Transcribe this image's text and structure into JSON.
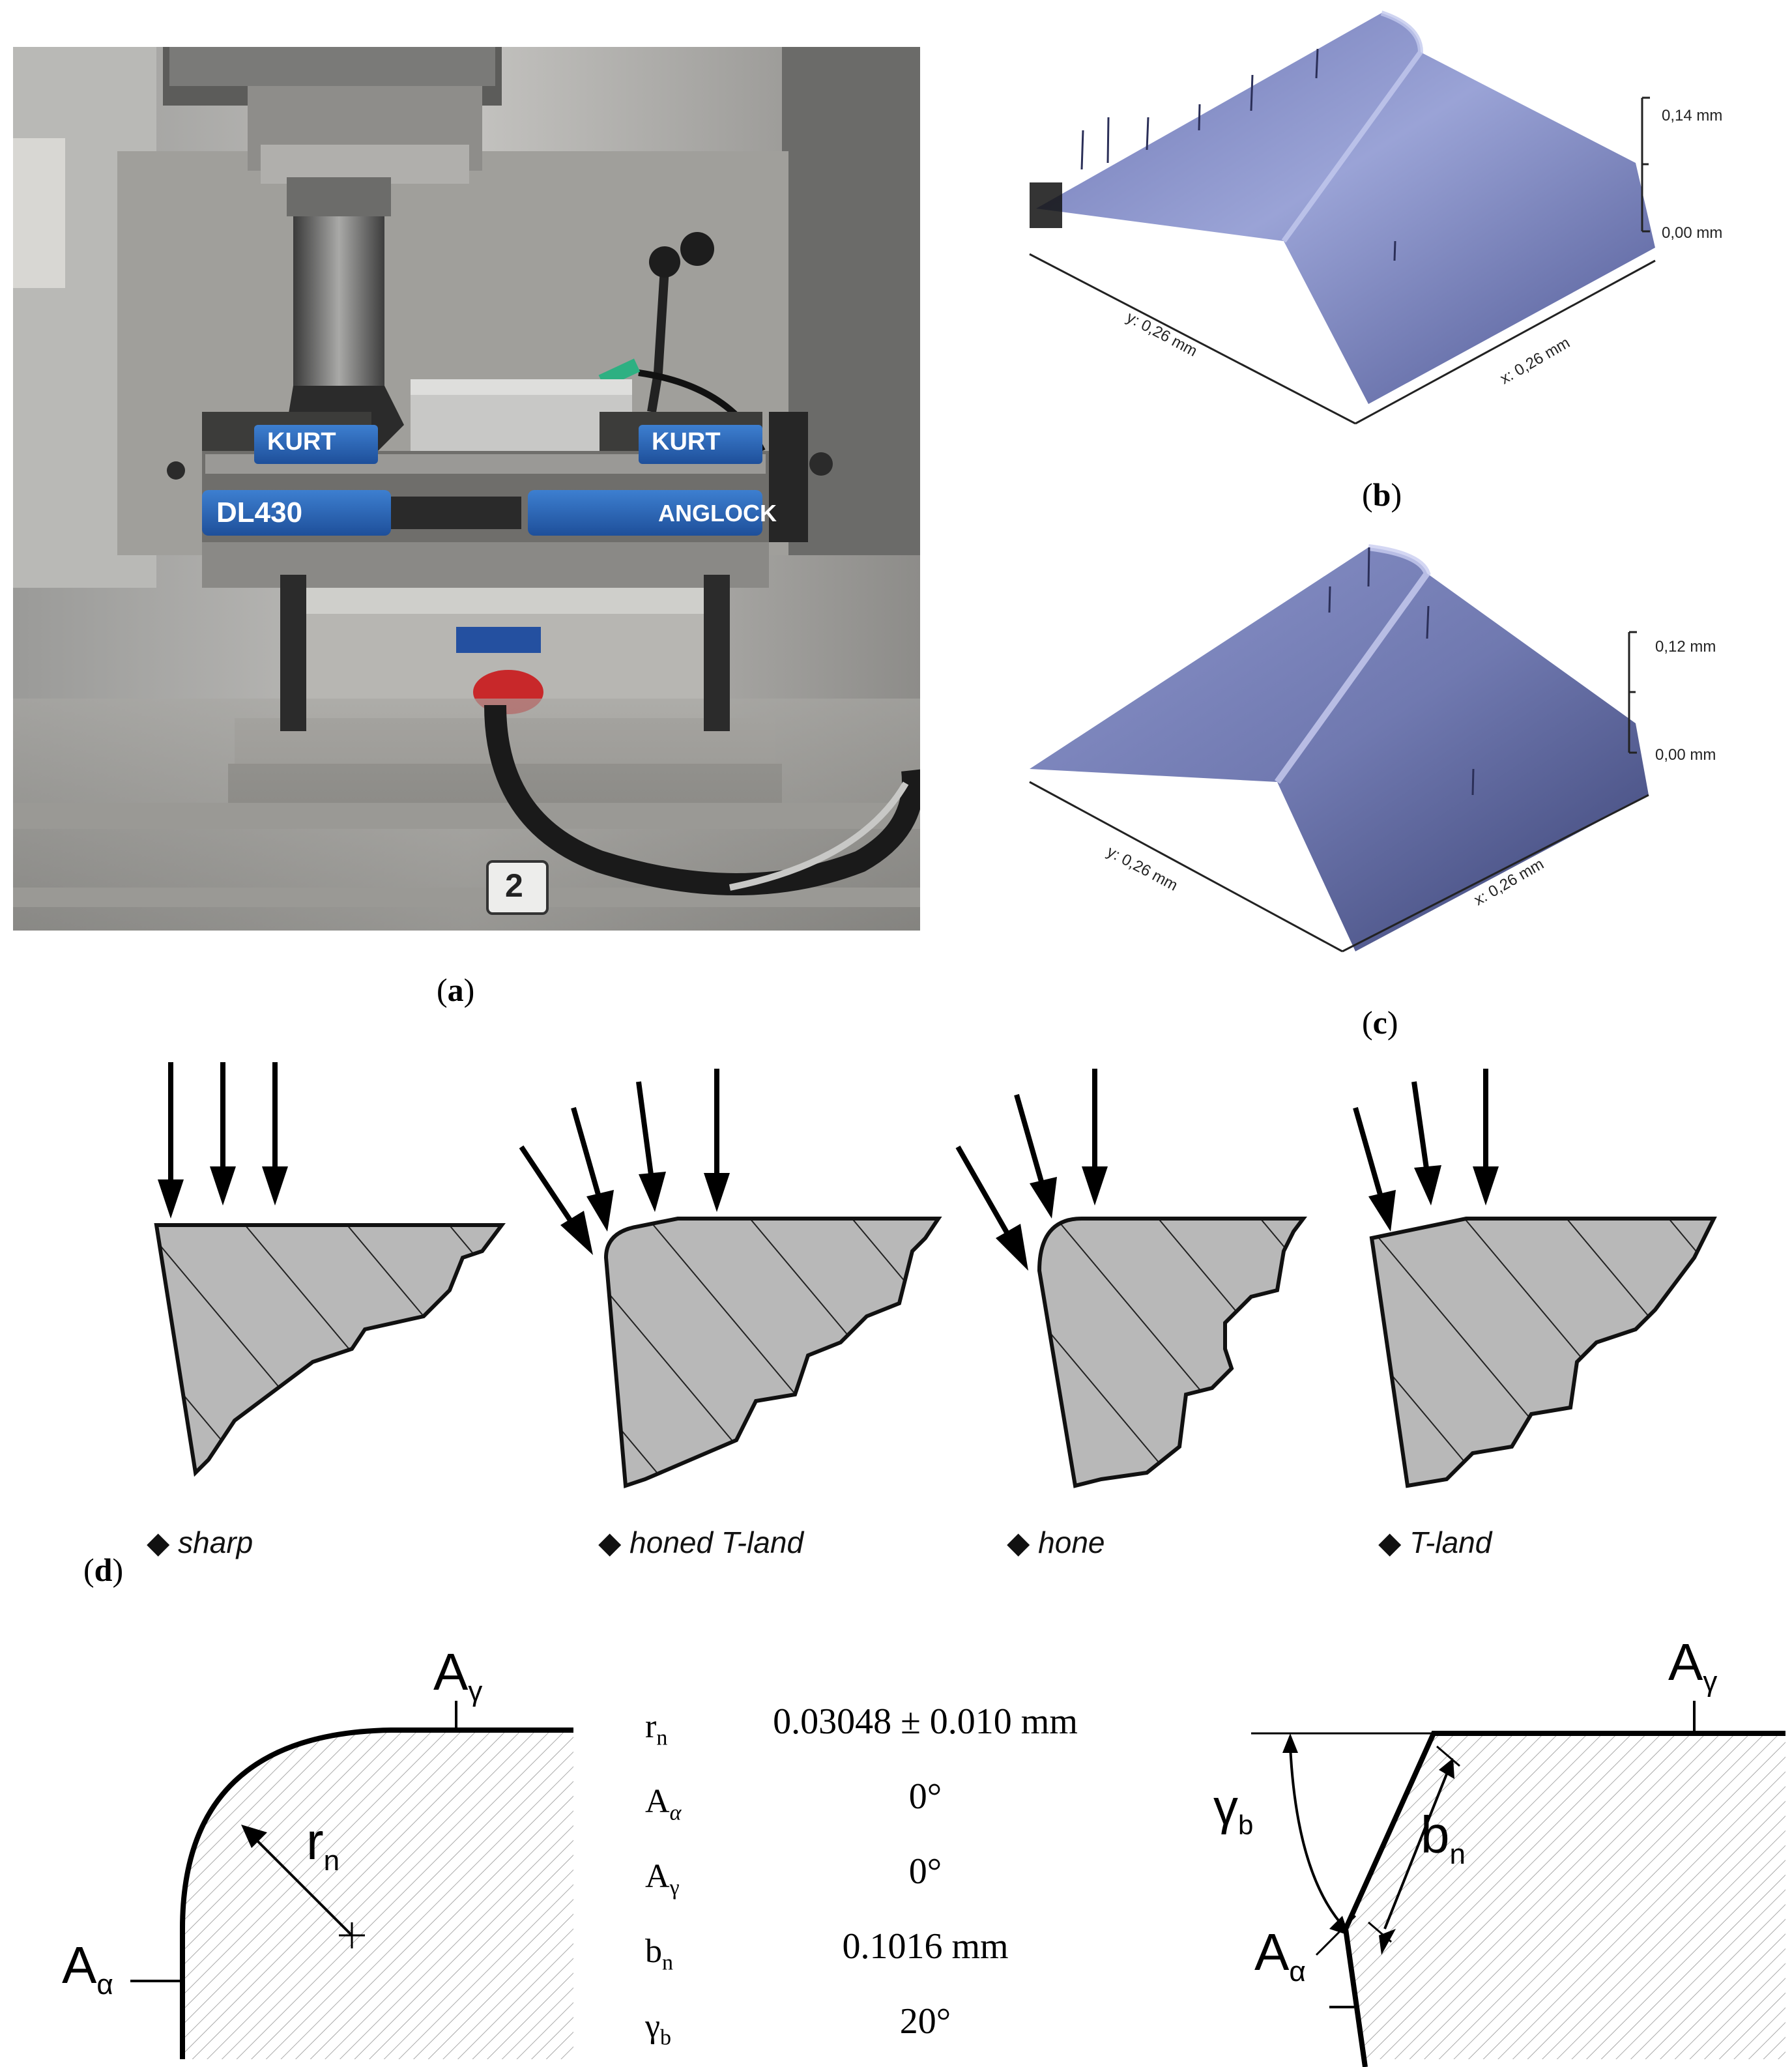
{
  "captions": {
    "a": "a",
    "b": "b",
    "c": "c",
    "d": "d"
  },
  "photo": {
    "brand_left": "KURT",
    "brand_right": "KURT",
    "model_left": "DL430",
    "model_right": "ANGLOCK",
    "plate_number": "2"
  },
  "scan_b": {
    "z_top": "0,14 mm",
    "z_bottom": "0,00 mm",
    "x_label": "x: 0,26 mm",
    "y_label": "y: 0,26 mm"
  },
  "scan_c": {
    "z_top": "0,12 mm",
    "z_bottom": "0,00 mm",
    "x_label": "x: 0,26 mm",
    "y_label": "y: 0,26 mm"
  },
  "profiles": [
    {
      "label": "sharp"
    },
    {
      "label": "honed T-land"
    },
    {
      "label": "hone"
    },
    {
      "label": "T-land"
    }
  ],
  "geometry_left": {
    "label_rn": "r",
    "label_rn_sub": "n",
    "label_Aa": "A",
    "label_Aa_sub": "α",
    "label_Ag": "A",
    "label_Ag_sub": "γ"
  },
  "geometry_right": {
    "label_gb": "γ",
    "label_gb_sub": "b",
    "label_bn": "b",
    "label_bn_sub": "n",
    "label_Aa": "A",
    "label_Aa_sub": "α",
    "label_Ag": "A",
    "label_Ag_sub": "γ"
  },
  "params": [
    {
      "sym": "r",
      "sub": "n",
      "value": "0.03048 ± 0.010 mm"
    },
    {
      "sym": "A",
      "sub": "α",
      "value": "0°"
    },
    {
      "sym": "A",
      "sub": "γ",
      "value": "0°"
    },
    {
      "sym": "b",
      "sub": "n",
      "value": "0.1016 mm"
    },
    {
      "sym": "γ",
      "sub": "b",
      "value": "20°"
    }
  ]
}
